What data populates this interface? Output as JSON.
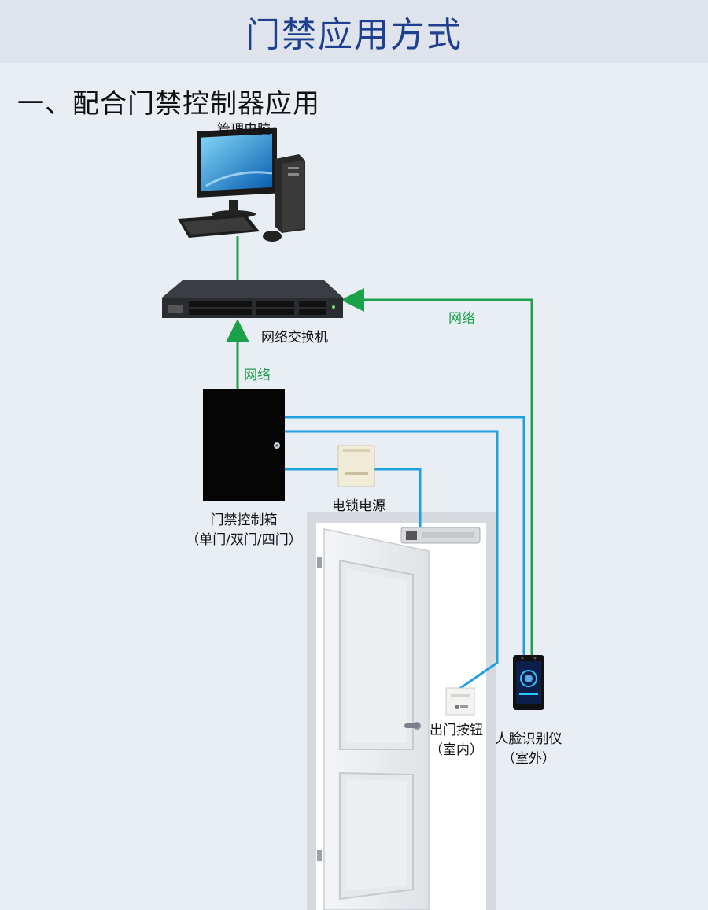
{
  "header": {
    "title": "门禁应用方式"
  },
  "section": {
    "title": "一、配合门禁控制器应用"
  },
  "nodes": {
    "pc": "管理电脑",
    "switch": "网络交换机",
    "controller_line1": "门禁控制箱",
    "controller_line2": "（单门/双门/四门）",
    "power": "电锁电源",
    "exit_button_line1": "出门按钮",
    "exit_button_line2": "（室内）",
    "face_device_line1": "人脸识别仪",
    "face_device_line2": "（室外）"
  },
  "links": {
    "network_left": "网络",
    "network_right": "网络"
  },
  "colors": {
    "title": "#1f3f8f",
    "network_line": "#1aa14a",
    "signal_line": "#1e9fe0",
    "background": "#e9edf4"
  }
}
